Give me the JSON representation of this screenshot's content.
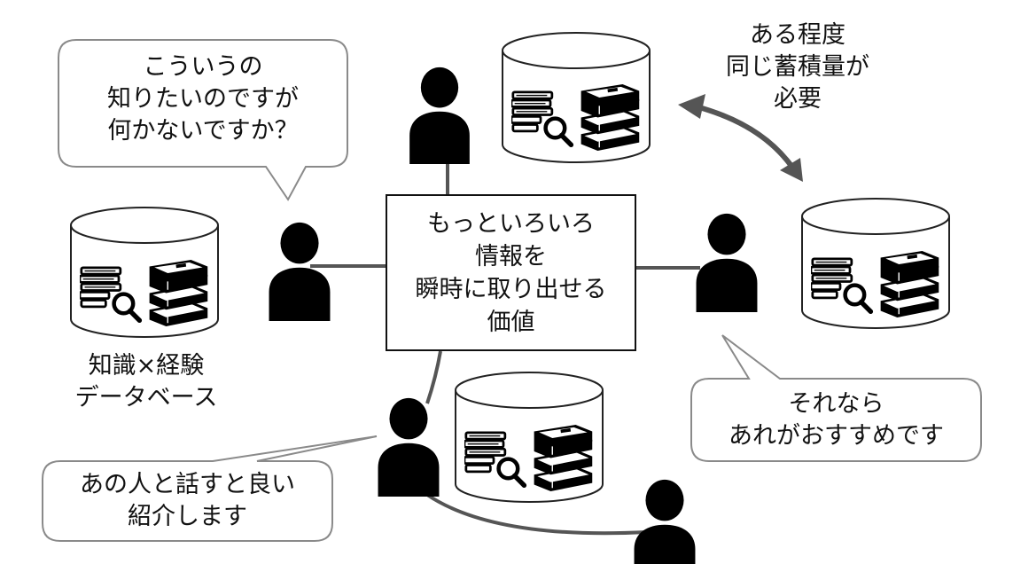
{
  "bubbles": {
    "top_left": {
      "lines": [
        "こういうの",
        "知りたいのですが",
        "何かないですか？"
      ]
    },
    "right": {
      "lines": [
        "それなら",
        "あれがおすすめです"
      ]
    },
    "bottom_left": {
      "lines": [
        "あの人と話すと良い",
        "紹介します"
      ]
    }
  },
  "center_box": {
    "lines": [
      "もっといろいろ",
      "情報を",
      "瞬時に取り出せる",
      "価値"
    ]
  },
  "arrow_note": {
    "lines": [
      "ある程度",
      "同じ蓄積量が",
      "必要"
    ]
  },
  "database_label": {
    "lines": [
      "知識×経験",
      "データベース"
    ]
  },
  "icons": {
    "person": "person-icon",
    "database": "database-cylinder-icon",
    "books": "stacked-books-icon",
    "documents": "document-stack-icon",
    "search": "magnifier-icon"
  },
  "colors": {
    "line": "#555555",
    "figure": "#000000",
    "bubble_border": "#8a8a8a"
  }
}
